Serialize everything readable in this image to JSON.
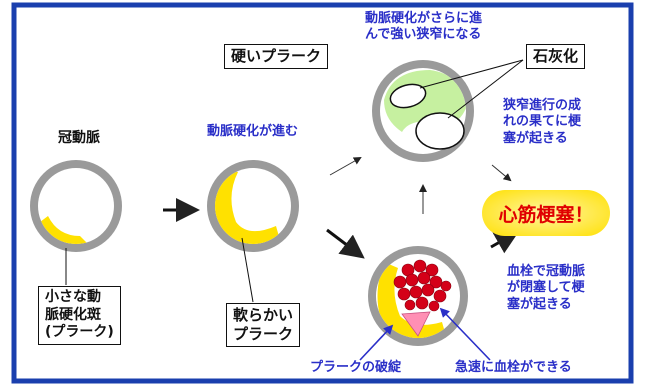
{
  "labels": {
    "coronary": "冠動脈",
    "progress": "動脈硬化が進む",
    "further_l1": "動脈硬化がさらに進",
    "further_l2": "んで強い狭窄になる",
    "hard_plaque": "硬いプラーク",
    "calcification": "石灰化",
    "narrowing_l1": "狭窄進行の成",
    "narrowing_l2": "れの果てに梗",
    "narrowing_l3": "塞が起きる",
    "mi": "心筋梗塞！",
    "thrombus_l1": "血栓で冠動脈",
    "thrombus_l2": "が閉塞して梗",
    "thrombus_l3": "塞が起きる",
    "small_l1": "小さな動",
    "small_l2": "脈硬化斑",
    "small_l3": "(プラーク)",
    "soft_l1": "軟らかい",
    "soft_l2": "プラーク",
    "rupture": "プラークの破綻",
    "rapid": "急速に血栓ができる"
  },
  "colors": {
    "border": "#1a3fae",
    "wall": "#9a9a9a",
    "soft_plaque": "#ffe100",
    "hard_plaque": "#c6f0a0",
    "thrombus": "#d40018",
    "rupture": "#ff8fb4",
    "label_blue": "#2a2fc8",
    "mi_text": "#e00000"
  }
}
